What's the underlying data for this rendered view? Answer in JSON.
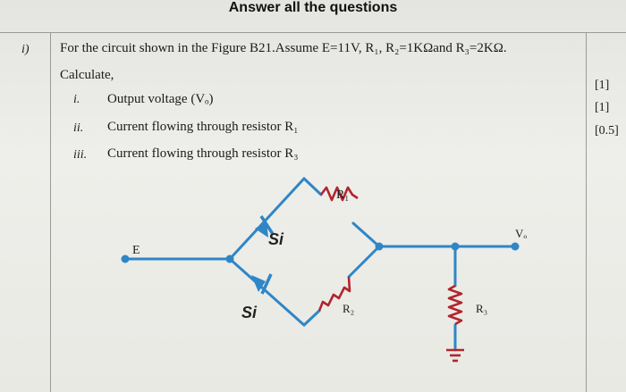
{
  "header": {
    "title": "Answer all the questions"
  },
  "question": {
    "number": "i)",
    "stem": "For the circuit shown in the Figure B21.Assume E=11V, R₁, R₂=1KΩand R₃=2KΩ.",
    "calculate_label": "Calculate,",
    "items": [
      {
        "marker": "i.",
        "text": "Output voltage (Vₒ)",
        "marks": "[1]"
      },
      {
        "marker": "ii.",
        "text": "Current flowing through resistor R₁",
        "marks": "[1]"
      },
      {
        "marker": "iii.",
        "text": "Current flowing through resistor R₃",
        "marks": "[0.5]"
      }
    ]
  },
  "figure": {
    "source_label": "E",
    "output_label": "Vₒ",
    "diode_top_label": "Si",
    "diode_bottom_label": "Si",
    "r1_label": "R₁",
    "r2_label": "R₂",
    "r3_label": "R₃",
    "colors": {
      "wire": "#2f86c6",
      "resistor": "#b2252c",
      "node": "#2f86c6",
      "ground": "#b2252c"
    }
  }
}
